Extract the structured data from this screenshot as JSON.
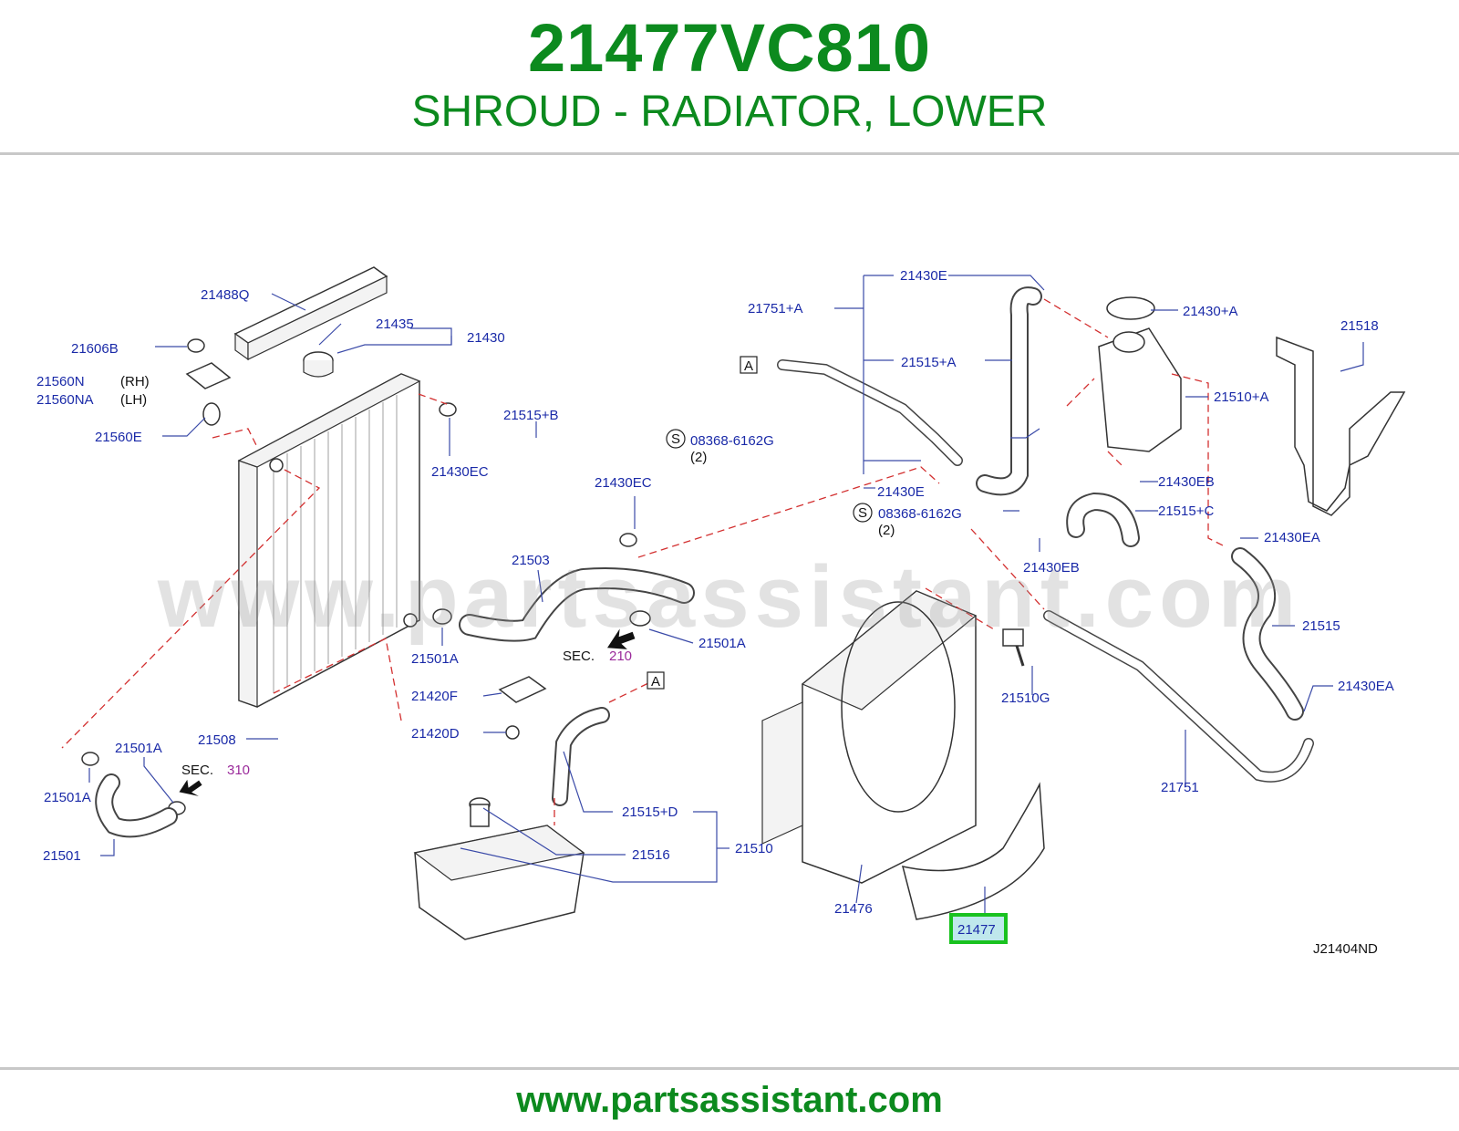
{
  "header": {
    "part_number": "21477VC810",
    "part_name": "SHROUD - RADIATOR, LOWER"
  },
  "footer": {
    "url": "www.partsassistant.com"
  },
  "watermark": "www.partsassistant.com",
  "diagram_code": "J21404ND",
  "highlight_color": "#19c21f",
  "brand_color": "#0c8a1e",
  "callouts": {
    "c21488Q": "21488Q",
    "c21435": "21435",
    "c21430": "21430",
    "c21606B": "21606B",
    "c21560N": "21560N",
    "rh": "(RH)",
    "c21560NA": "21560NA",
    "lh": "(LH)",
    "c21560E": "21560E",
    "c21515B": "21515+B",
    "c21430EC_a": "21430EC",
    "c21430EC_b": "21430EC",
    "c21503": "21503",
    "c21501A_a": "21501A",
    "c21501A_b": "21501A",
    "sec": "SEC.",
    "sec210": "210",
    "c21420F": "21420F",
    "c21420D": "21420D",
    "c21508": "21508",
    "c21501A_c": "21501A",
    "c21501A_d": "21501A",
    "sec_b": "SEC.",
    "sec310": "310",
    "c21501": "21501",
    "markA_b": "A",
    "c21515D": "21515+D",
    "c21516": "21516",
    "c21510": "21510",
    "c21476": "21476",
    "c21477": "21477",
    "c21430E_a": "21430E",
    "c21751A": "21751+A",
    "markA_a": "A",
    "c21515A": "21515+A",
    "s_a": "S",
    "bolt_a": "08368-6162G",
    "qty_a": "(2)",
    "c21430E_b": "21430E",
    "s_b": "S",
    "bolt_b": "08368-6162G",
    "qty_b": "(2)",
    "c21430A": "21430+A",
    "c21510A": "21510+A",
    "c21518": "21518",
    "c21430EB_a": "21430EB",
    "c21515C": "21515+C",
    "c21430EB_b": "21430EB",
    "c21430EA_a": "21430EA",
    "c21515": "21515",
    "c21510G": "21510G",
    "c21430EA_b": "21430EA",
    "c21751": "21751"
  }
}
